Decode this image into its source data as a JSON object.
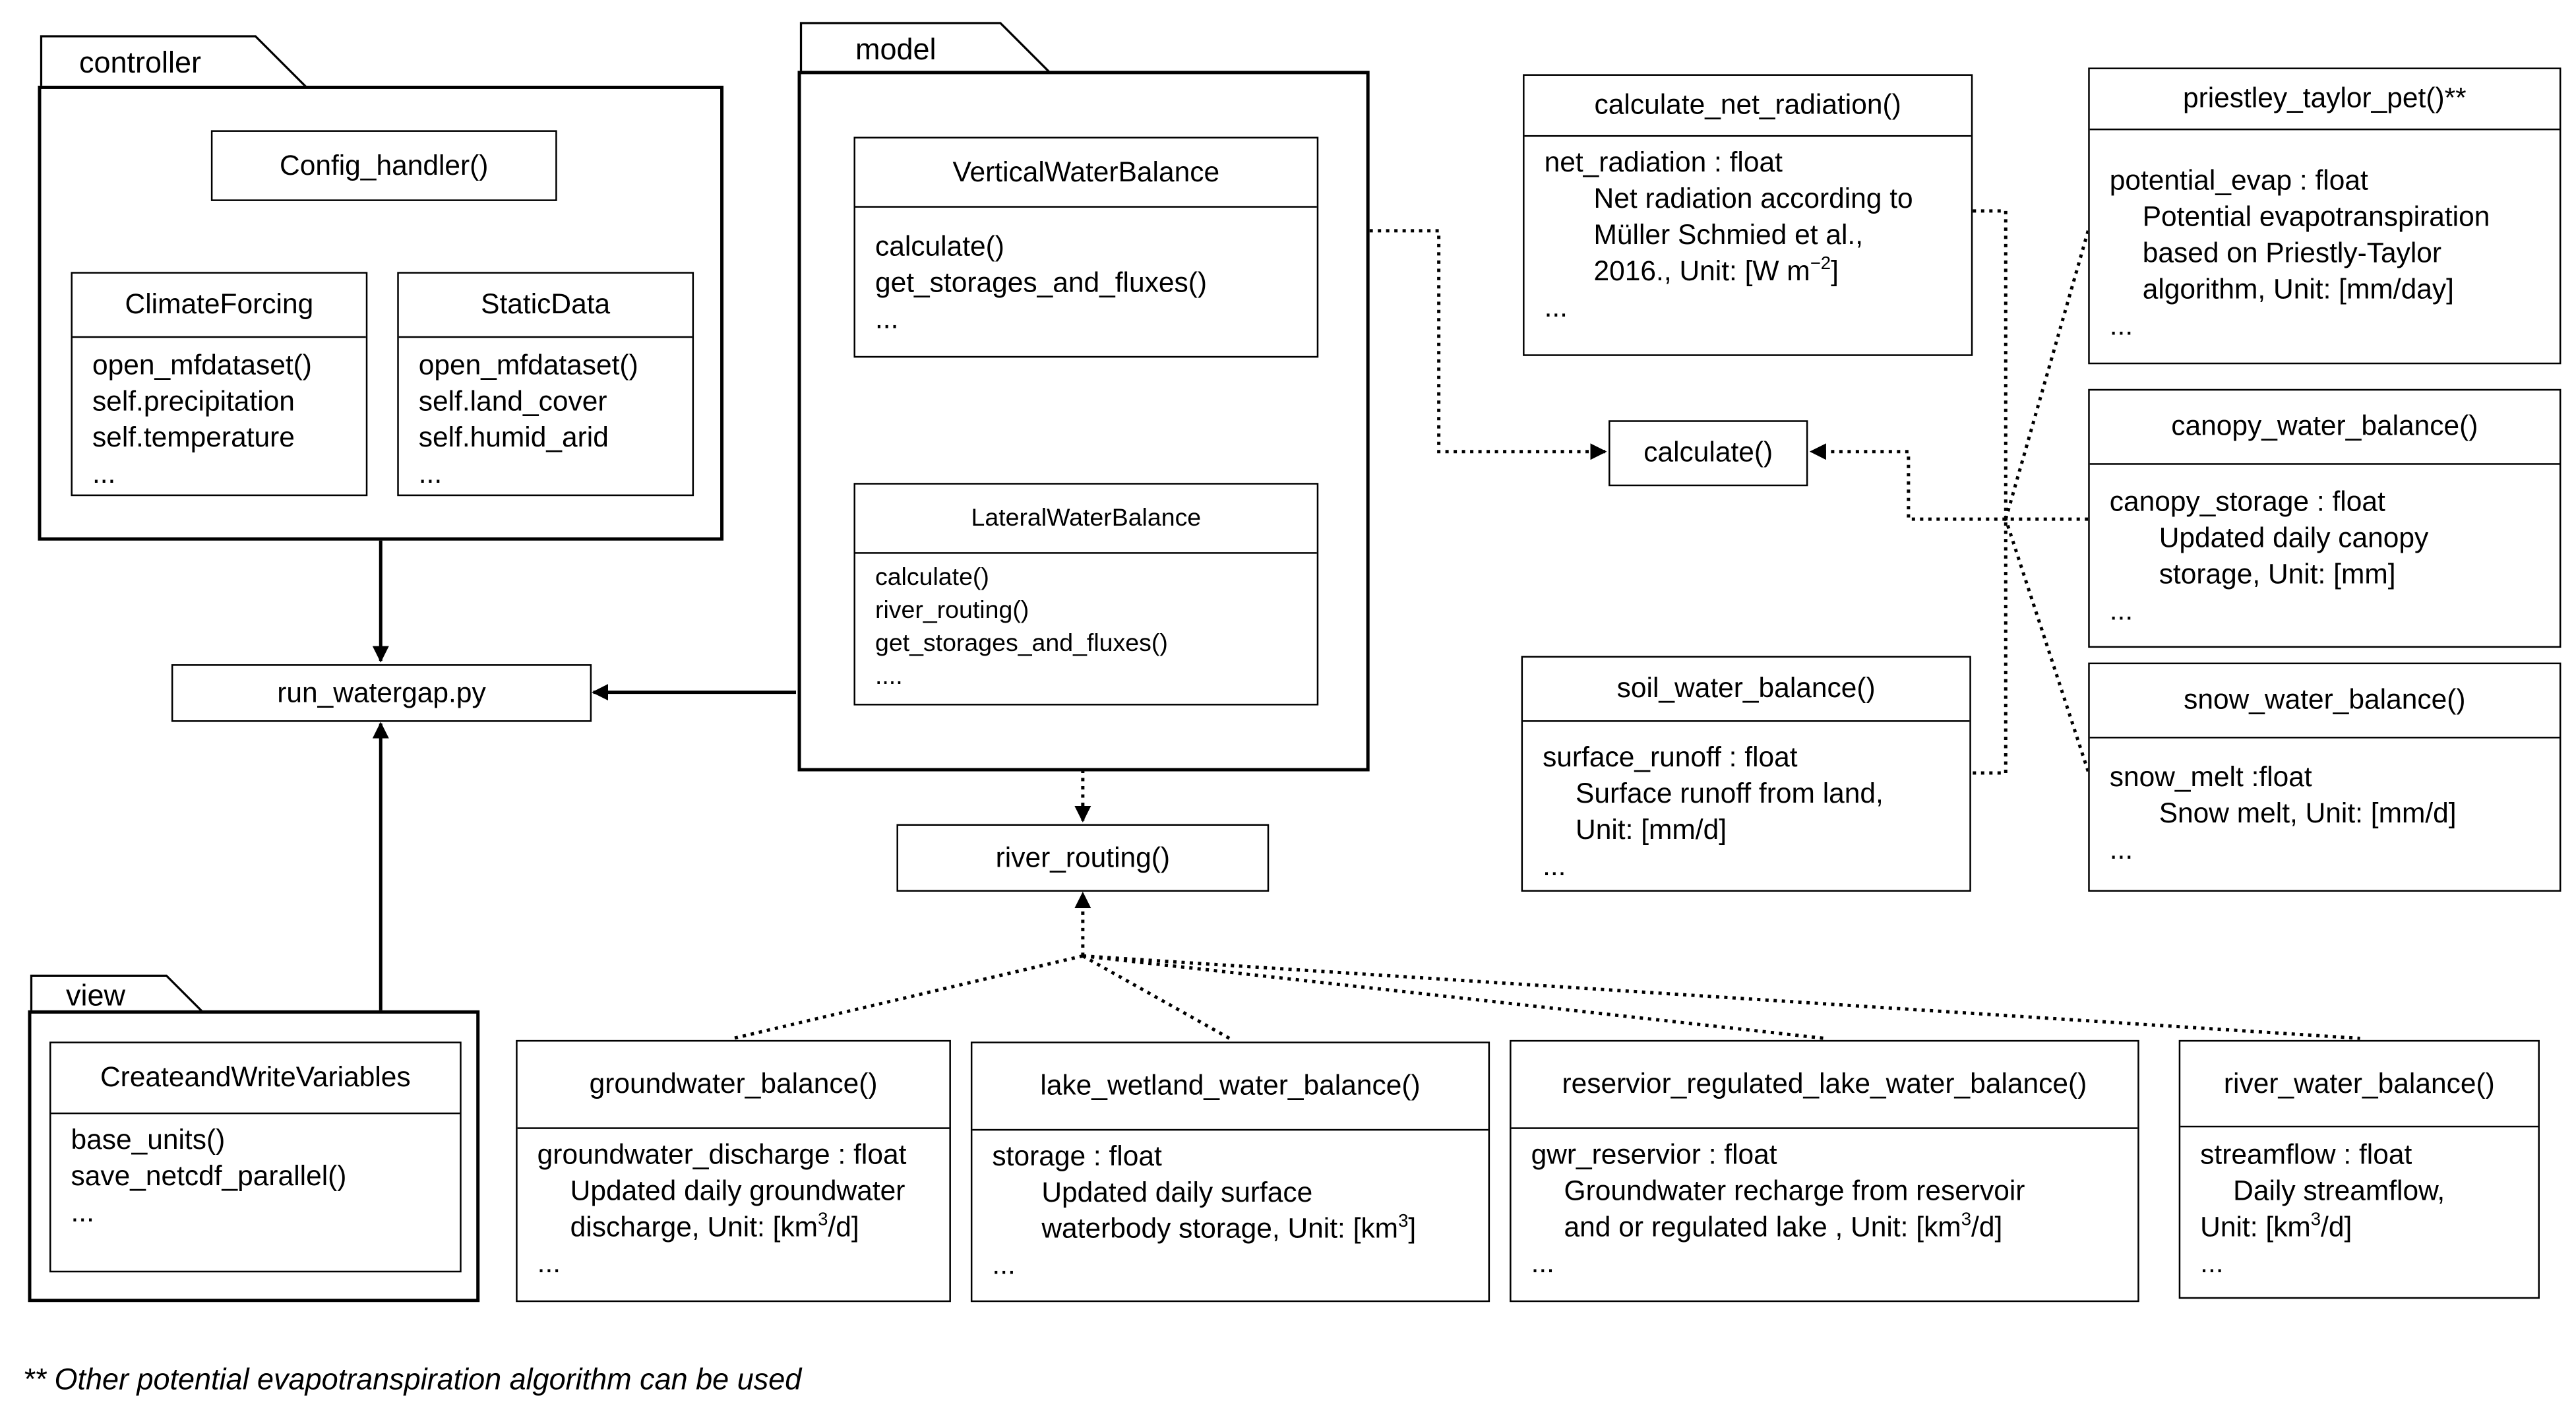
{
  "packages": {
    "controller": {
      "name": "controller",
      "config_handler": "Config_handler()",
      "climate_forcing": {
        "title": "ClimateForcing",
        "lines": [
          "open_mfdataset()",
          "self.precipitation",
          "self.temperature",
          "..."
        ]
      },
      "static_data": {
        "title": "StaticData",
        "lines": [
          "open_mfdataset()",
          "self.land_cover",
          "self.humid_arid",
          "..."
        ]
      }
    },
    "model": {
      "name": "model",
      "vertical": {
        "title": "VerticalWaterBalance",
        "lines": [
          "calculate()",
          "get_storages_and_fluxes()",
          "..."
        ]
      },
      "lateral": {
        "title": "LateralWaterBalance",
        "lines": [
          "calculate()",
          "river_routing()",
          "get_storages_and_fluxes()",
          "...."
        ]
      }
    },
    "view": {
      "name": "view",
      "create_write": {
        "title": "CreateandWriteVariables",
        "lines": [
          "base_units()",
          "save_netcdf_parallel()",
          "..."
        ]
      }
    }
  },
  "run_watergap": "run_watergap.py",
  "calculate": "calculate()",
  "river_routing": "river_routing()",
  "net_radiation": {
    "title": "calculate_net_radiation()",
    "field": "net_radiation : float",
    "desc": [
      "Net radiation  according to",
      "Müller  Schmied et al.,",
      "2016., Unit: [W m"
    ],
    "unit_sup": "−2",
    "unit_tail": "]",
    "more": "..."
  },
  "priestley": {
    "title": "priestley_taylor_pet()**",
    "field": "potential_evap : float",
    "desc": [
      "Potential evapotranspiration",
      "based on  Priestly-Taylor",
      "algorithm, Unit: [mm/day]"
    ],
    "more": "..."
  },
  "canopy": {
    "title": "canopy_water_balance()",
    "field": "canopy_storage : float",
    "desc": [
      "Updated daily canopy",
      "storage, Unit: [mm]"
    ],
    "more": "..."
  },
  "soil": {
    "title": "soil_water_balance()",
    "field": "surface_runoff : float",
    "desc": [
      "Surface runoff from land,",
      "Unit: [mm/d]"
    ],
    "more": "..."
  },
  "snow": {
    "title": "snow_water_balance()",
    "field": "snow_melt :float",
    "desc": [
      "Snow melt, Unit: [mm/d]"
    ],
    "more": "..."
  },
  "groundwater": {
    "title": "groundwater_balance()",
    "field": "groundwater_discharge : float",
    "desc1": "Updated daily groundwater",
    "desc2_pre": "discharge, Unit: [km",
    "desc2_sup": "3",
    "desc2_post": "/d]",
    "more": "..."
  },
  "lake": {
    "title": "lake_wetland_water_balance()",
    "field": "storage :  float",
    "desc1": "Updated daily surface",
    "desc2_pre": "waterbody storage, Unit: [km",
    "desc2_sup": "3",
    "desc2_post": "]",
    "more": "..."
  },
  "reservoir": {
    "title": "reservior_regulated_lake_water_balance()",
    "field": "gwr_reservior : float",
    "desc1": "Groundwater recharge from reservoir",
    "desc2_pre": "and or regulated lake , Unit: [km",
    "desc2_sup": "3",
    "desc2_post": "/d]",
    "more": "..."
  },
  "river": {
    "title": "river_water_balance()",
    "field": "streamflow :  float",
    "desc1": "Daily streamflow,",
    "desc2_pre": "Unit: [km",
    "desc2_sup": "3",
    "desc2_post": "/d]",
    "more": "..."
  },
  "footnote": "** Other potential evapotranspiration algorithm can be used"
}
